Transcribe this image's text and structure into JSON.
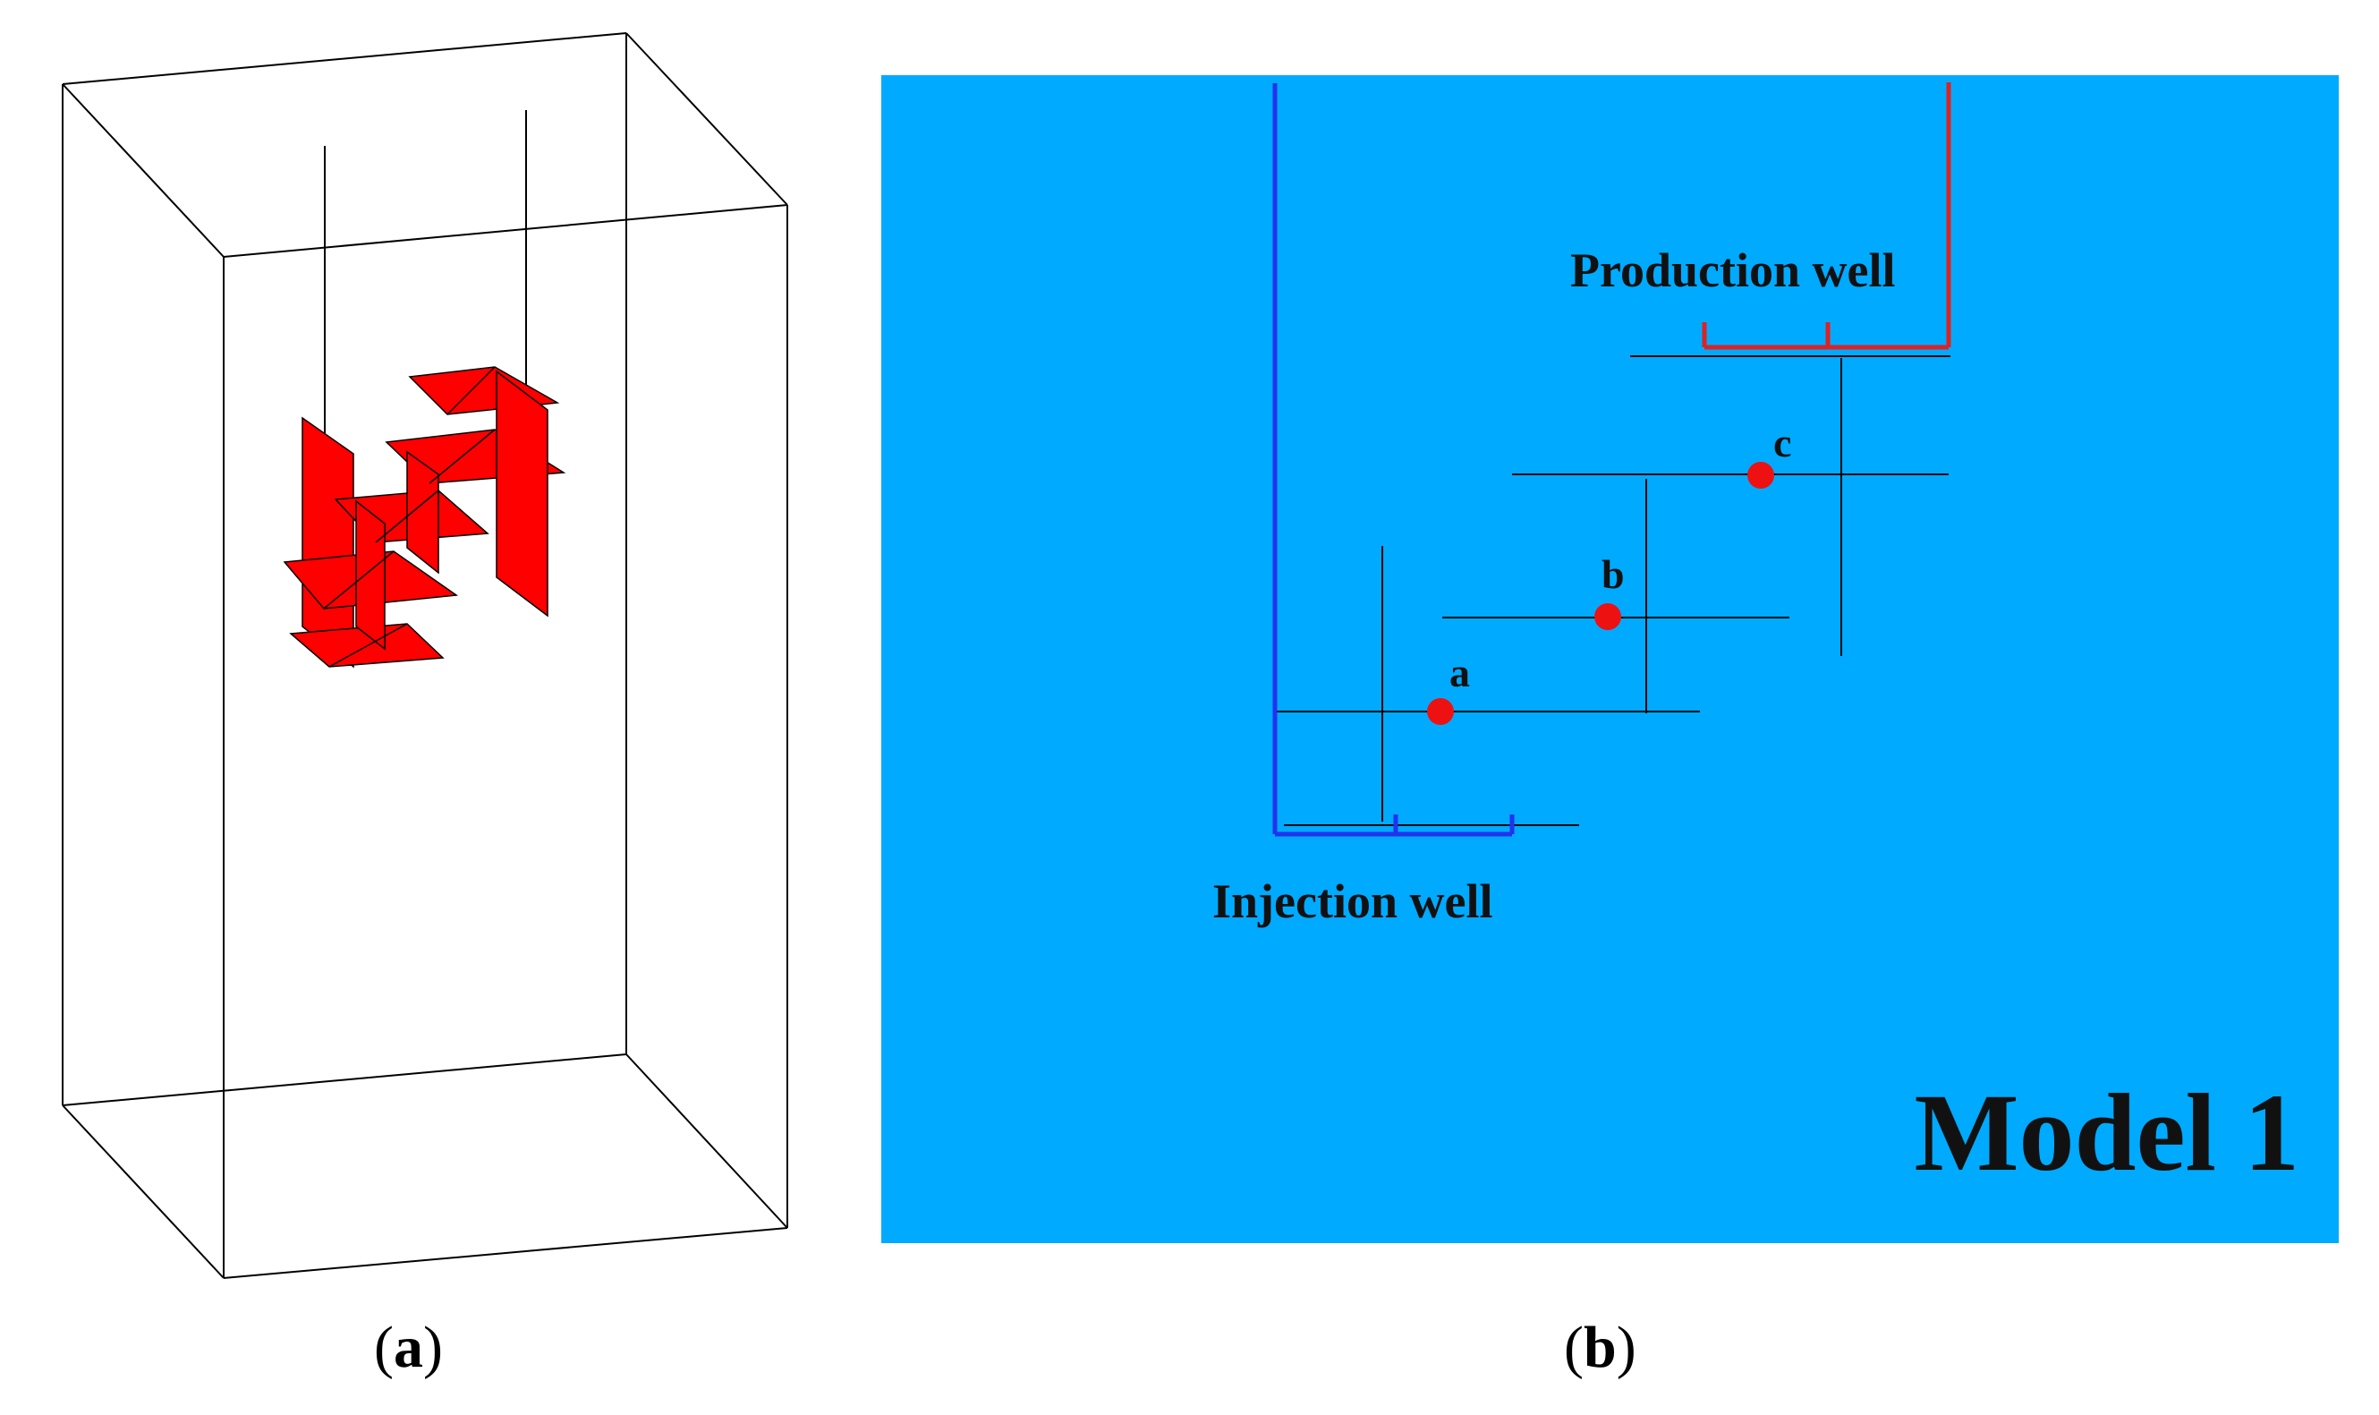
{
  "panel_a": {
    "caption_open": "(",
    "caption_letter": "a",
    "caption_close": ")"
  },
  "panel_b": {
    "caption_open": "(",
    "caption_letter": "b",
    "caption_close": ")",
    "background_color": "#00AAFF",
    "model_label": "Model 1",
    "production_label": "Production well",
    "injection_label": "Injection well",
    "production_color": "#DD2222",
    "injection_color": "#2233EE",
    "points": [
      {
        "label": "a",
        "color": "#EE1111"
      },
      {
        "label": "b",
        "color": "#EE1111"
      },
      {
        "label": "c",
        "color": "#EE1111"
      }
    ]
  },
  "fracture_color": "#FF0000"
}
